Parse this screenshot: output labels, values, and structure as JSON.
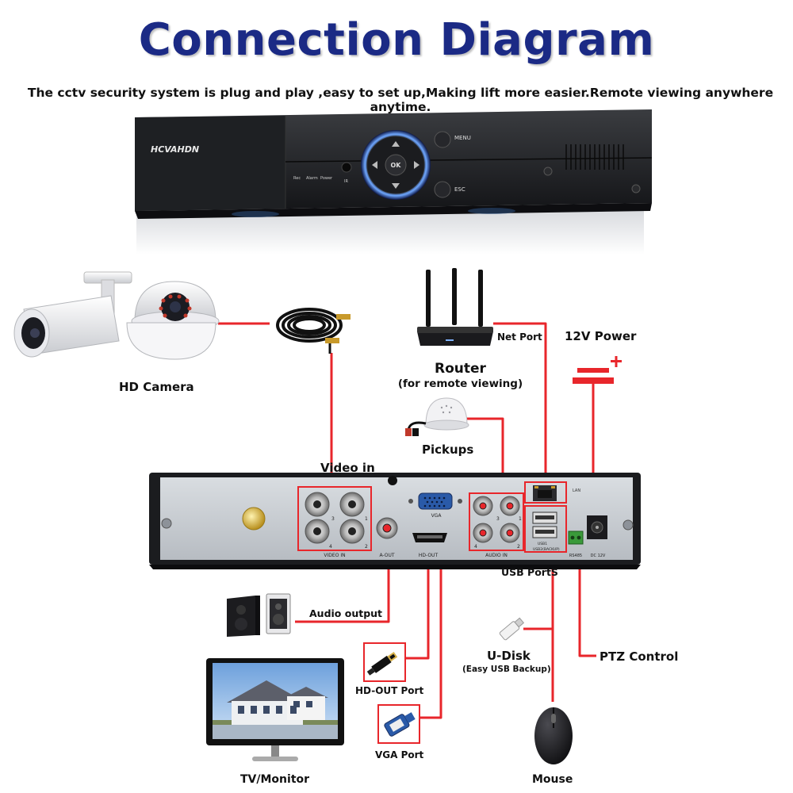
{
  "title": "Connection Diagram",
  "subtitle": "The cctv security system is plug and play ,easy to set up,Making lift more easier.Remote viewing anywhere anytime.",
  "colors": {
    "title": "#1b2a85",
    "wire": "#e8262b",
    "dvr_body": "#1c1d20",
    "panel": "#c9ced3"
  },
  "dvr_front": {
    "brand": "HCVAHDN",
    "leds": [
      "Rec",
      "Alarm",
      "Power"
    ],
    "ir": "IR",
    "ok": "OK",
    "menu": "MENU",
    "esc": "ESC"
  },
  "labels": {
    "hd_camera": "HD Camera",
    "router": "Router",
    "router_note": "(for remote viewing)",
    "net_port": "Net Port",
    "power": "12V Power",
    "pickups": "Pickups",
    "video_in": "Video in",
    "usb_ports": "USB PortS",
    "audio_output": "Audio output",
    "udisk": "U-Disk",
    "udisk_note": "(Easy USB Backup)",
    "ptz": "PTZ Control",
    "hdout_port": "HD-OUT Port",
    "vga_port": "VGA Port",
    "tv": "TV/Monitor",
    "mouse": "Mouse"
  },
  "rear_panel": {
    "video_in": "VIDEO IN",
    "a_out": "A-OUT",
    "hd_out": "HD-OUT",
    "vga": "VGA",
    "audio_in": "AUDIO IN",
    "lan": "LAN",
    "usb1": "USB1",
    "usb2": "USB2(BACKUP)",
    "rs485": "RS485",
    "dc": "DC 12V",
    "nums": [
      "3",
      "1",
      "4",
      "2"
    ]
  },
  "icons": [
    "cable-coil-icon",
    "router-icon",
    "microphone-icon",
    "power-symbol-icon",
    "speaker-icon",
    "hdmi-plug-icon",
    "vga-plug-icon",
    "usb-stick-icon",
    "mouse-icon",
    "monitor-icon",
    "camera-icon"
  ]
}
